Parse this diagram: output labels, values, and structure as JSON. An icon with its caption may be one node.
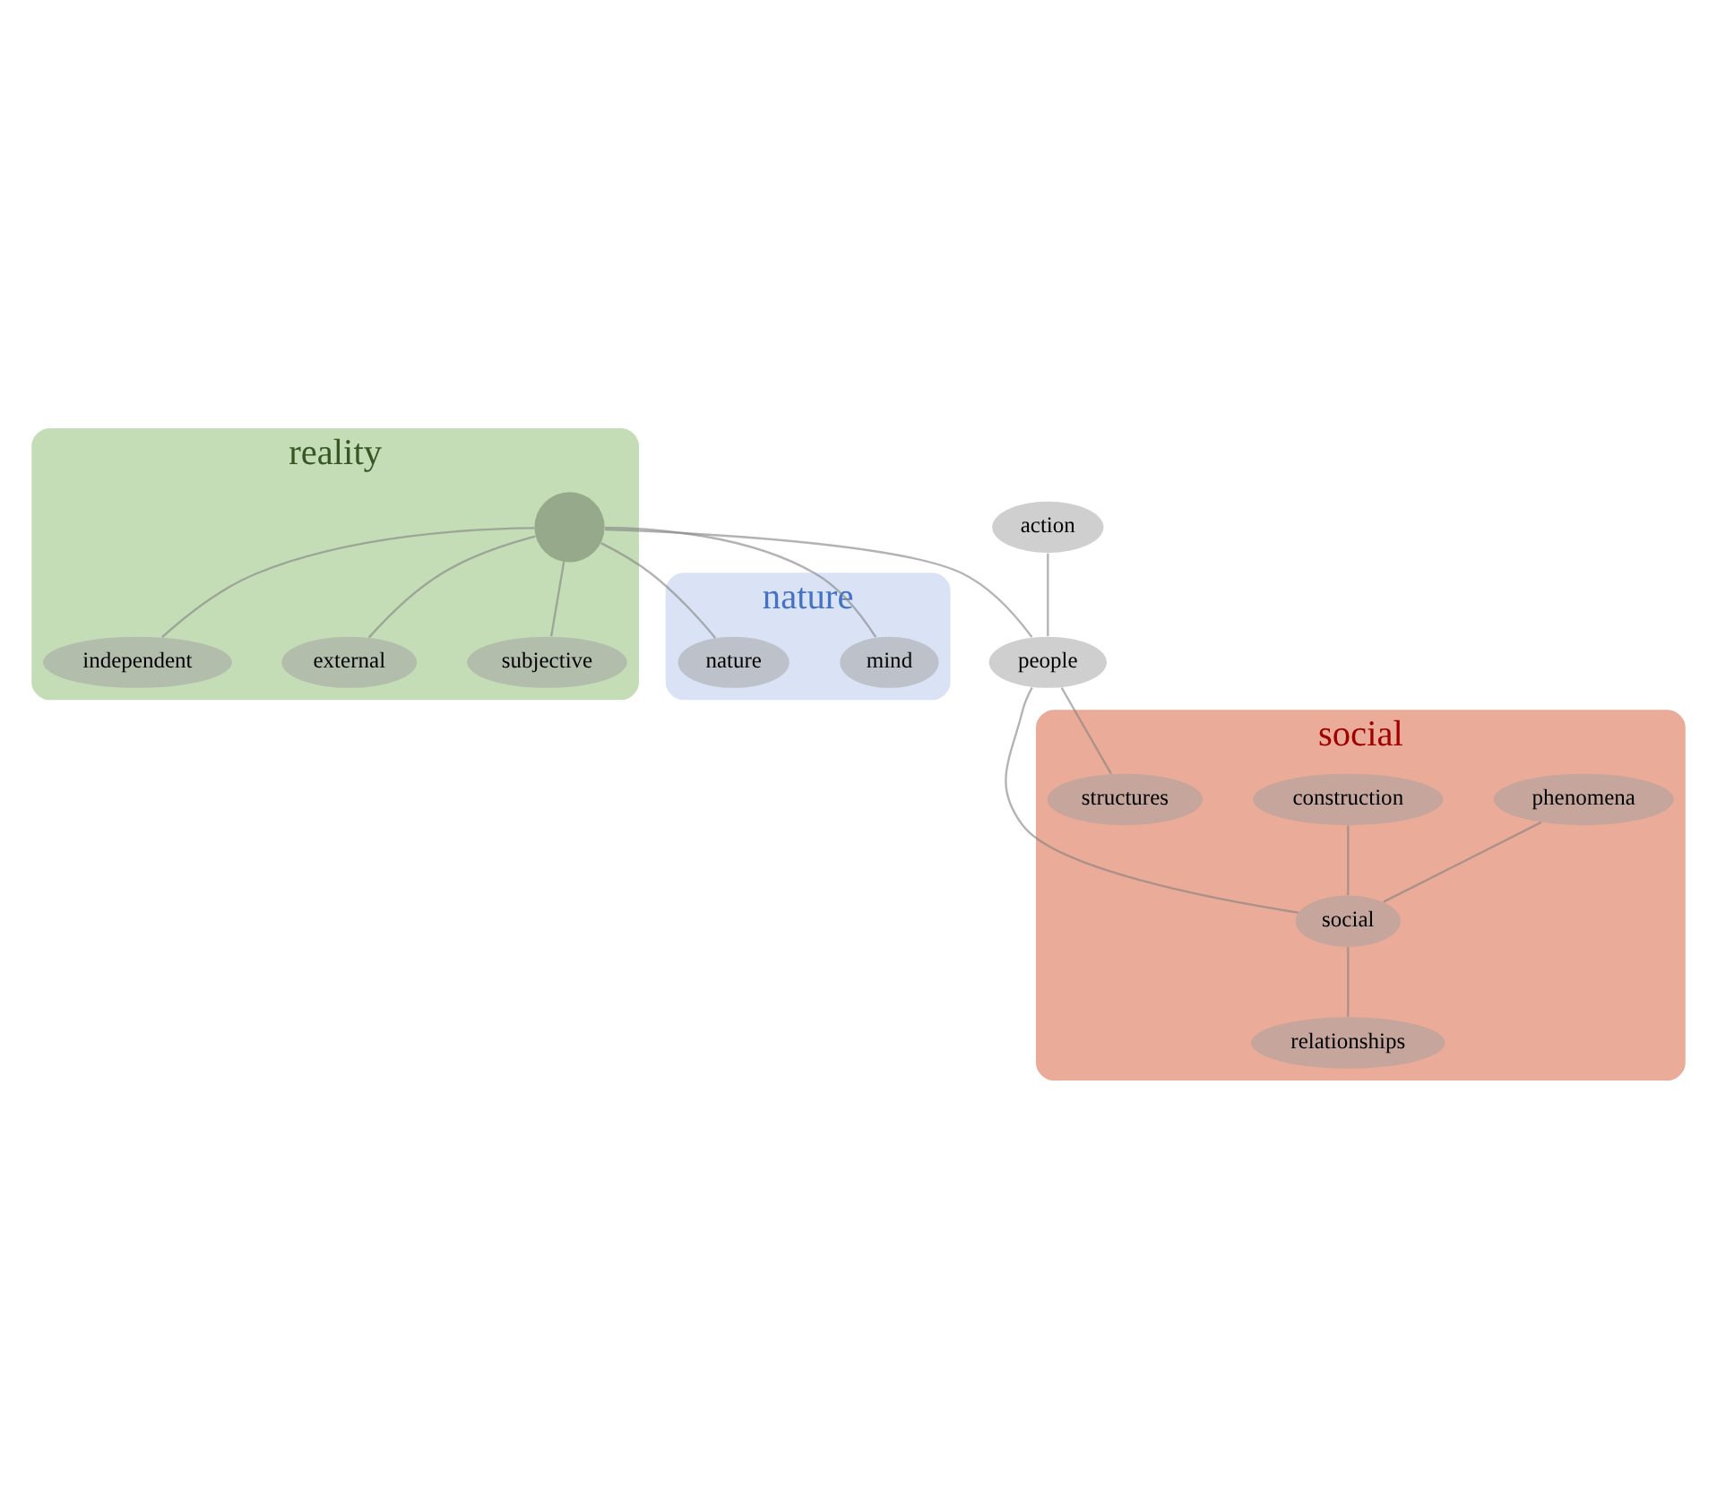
{
  "diagram": {
    "nodes": [
      {
        "text": [
          "nature"
        ]
      },
      {
        "text": [
          "mind"
        ],
        "in": 0
      },
      {
        "text": [
          "nature"
        ],
        "in": 0
      },
      {
        "text": [
          "social"
        ]
      },
      {
        "text": [
          "phenomena"
        ],
        "in": 3
      },
      {
        "text": [
          "construction"
        ],
        "in": 3
      },
      {
        "text": [
          "social"
        ],
        "in": 3
      },
      {
        "text": [
          "relationships"
        ],
        "in": 3
      },
      {
        "text": [
          "structures"
        ],
        "in": 3
      },
      {
        "text": [
          "action"
        ]
      },
      {
        "text": [
          "people"
        ]
      },
      {
        "text": [
          "reality"
        ]
      },
      {
        "text": [
          "independent"
        ],
        "in": 11
      },
      {
        "text": [
          "external"
        ],
        "in": 11
      },
      {
        "text": [],
        "shape": "circle",
        "in": 11
      },
      {
        "text": [
          "subjective"
        ],
        "in": 11
      }
    ],
    "edges": [
      {
        "from": 14,
        "to": 1,
        "arrow": "none"
      },
      {
        "from": 14,
        "to": 2,
        "arrow": "none"
      },
      {
        "from": 14,
        "to": 12,
        "arrow": "none"
      },
      {
        "from": 14,
        "to": 13,
        "arrow": "none"
      },
      {
        "from": 14,
        "to": 15,
        "arrow": "none"
      },
      {
        "from": 14,
        "to": 10,
        "arrow": "none"
      },
      {
        "from": 10,
        "to": 6,
        "arrow": "none"
      },
      {
        "from": 9,
        "to": 10,
        "arrow": "none"
      },
      {
        "from": 10,
        "to": 8,
        "arrow": "none"
      },
      {
        "from": 4,
        "to": 6,
        "arrow": "none"
      },
      {
        "from": 5,
        "to": 6,
        "arrow": "none"
      },
      {
        "from": 6,
        "to": 7,
        "arrow": "none"
      }
    ]
  }
}
